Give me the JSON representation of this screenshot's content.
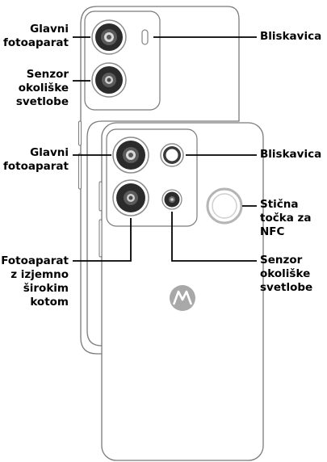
{
  "labels": {
    "back_phone": {
      "main_camera": [
        "Glavni",
        "fotoaparat"
      ],
      "flash": [
        "Bliskavica"
      ],
      "ambient_light_sensor": [
        "Senzor",
        "okoliške",
        "svetlobe"
      ]
    },
    "front_phone": {
      "main_camera": [
        "Glavni",
        "fotoaparat"
      ],
      "flash": [
        "Bliskavica"
      ],
      "nfc_touchpoint": [
        "Stična",
        "točka za",
        "NFC"
      ],
      "ultrawide_camera": [
        "Fotoaparat",
        "z izjemno",
        "širokim",
        "kotom"
      ],
      "ambient_light_sensor": [
        "Senzor",
        "okoliške",
        "svetlobe"
      ]
    }
  },
  "icons": {
    "brand_logo": "motorola-logo-icon"
  },
  "colors": {
    "phone_body": "#ffffff",
    "phone_outline": "#7a7a7a",
    "lens_dark": "#2b2b2b",
    "lens_ring": "#8c8c8c",
    "nfc_ring": "#b5b5b5",
    "logo_fill": "#a8a8a8",
    "callout_line": "#000000"
  }
}
